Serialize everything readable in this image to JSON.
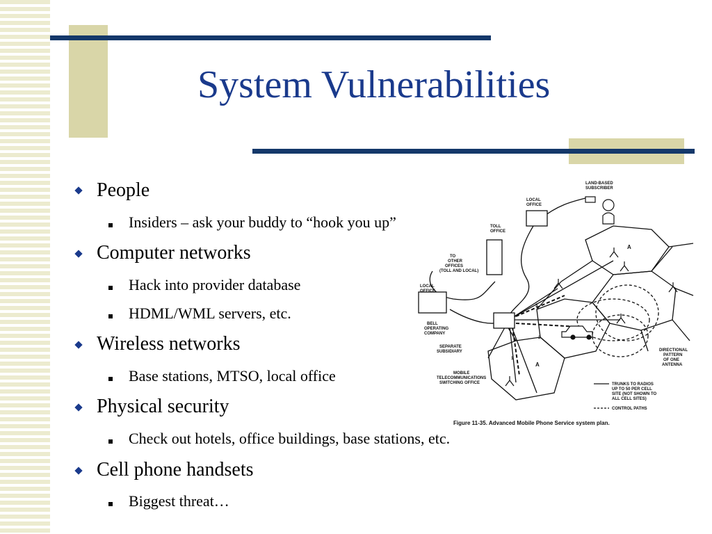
{
  "slide": {
    "title": "System Vulnerabilities",
    "bullets": [
      {
        "text": "People",
        "sub": [
          "Insiders – ask your buddy to “hook you up”"
        ]
      },
      {
        "text": "Computer networks",
        "sub": [
          "Hack into provider database",
          "HDML/WML servers, etc."
        ]
      },
      {
        "text": "Wireless networks",
        "sub": [
          "Base stations, MTSO, local office"
        ]
      },
      {
        "text": "Physical security",
        "sub": [
          "Check out hotels, office buildings, base stations, etc."
        ]
      },
      {
        "text": "Cell phone handsets",
        "sub": [
          "Biggest threat…"
        ]
      }
    ]
  },
  "figure": {
    "caption": "Figure 11-35. Advanced Mobile Phone Service system plan.",
    "labels": {
      "land_based": [
        "LAND-BASED",
        "SUBSCRIBER"
      ],
      "local_office_top": [
        "LOCAL",
        "OFFICE"
      ],
      "toll_office": [
        "TOLL",
        "OFFICE"
      ],
      "to_other": [
        "TO",
        "OTHER",
        "OFFICES",
        "(TOLL AND LOCAL)"
      ],
      "local_office_left": [
        "LOCAL",
        "OFFICE"
      ],
      "bell": [
        "BELL",
        "OPERATING",
        "COMPANY"
      ],
      "separate": [
        "SEPARATE",
        "SUBSIDIARY"
      ],
      "mobile": [
        "MOBILE",
        "TELECOMMUNICATIONS",
        "SWITCHING OFFICE"
      ],
      "directional": [
        "DIRECTIONAL",
        "PATTERN",
        "OF ONE",
        "ANTENNA"
      ],
      "trunks": [
        "TRUNKS TO RADIOS",
        "UP TO 50 PER CELL",
        "SITE (NOT SHOWN TO",
        "ALL CELL SITES)"
      ],
      "control": "CONTROL PATHS",
      "cell_a": "A",
      "path_numbers": [
        "1",
        "2",
        "3"
      ]
    }
  },
  "colors": {
    "title": "#1a3a8c",
    "rule": "#14386a",
    "accent_tan": "#d9d6a8",
    "stripe": "#ecebcf"
  }
}
